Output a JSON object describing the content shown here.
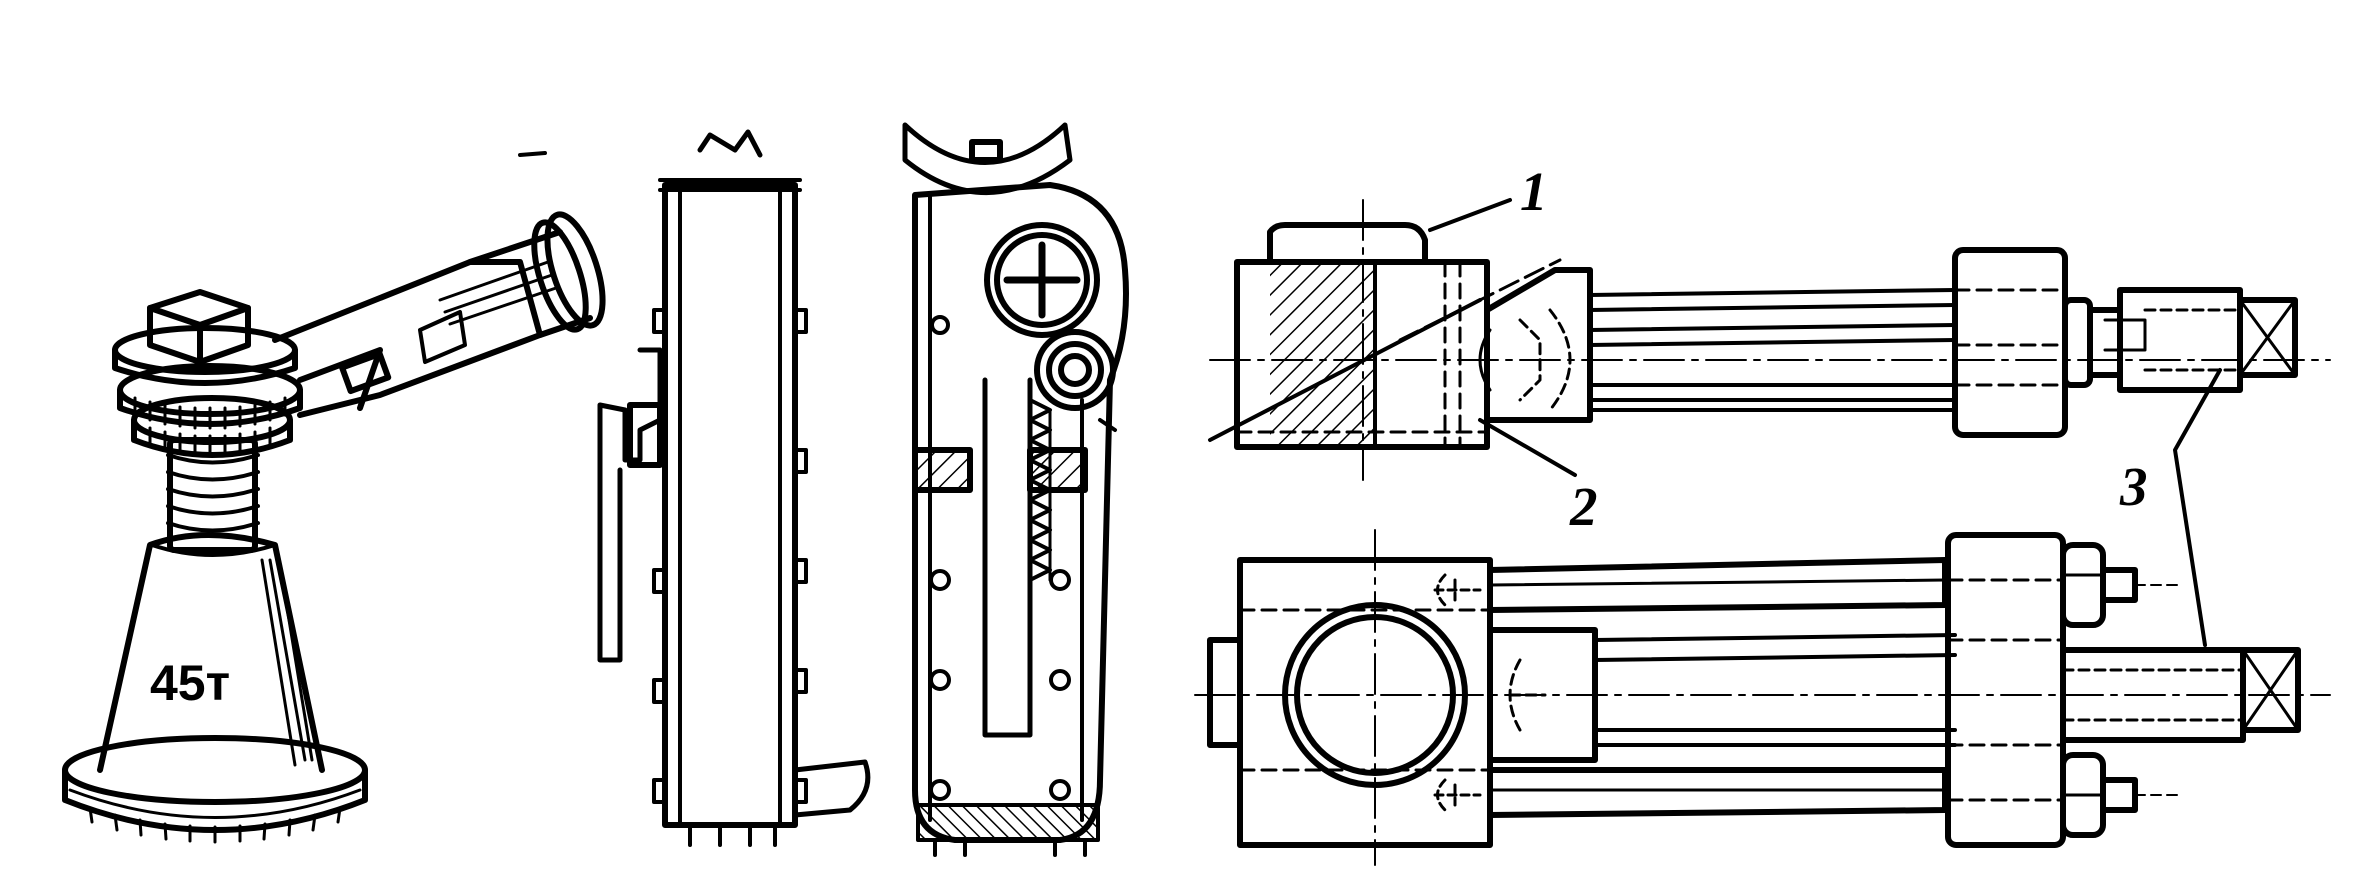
{
  "figure": {
    "jack_marking": "45т",
    "callouts": [
      "1",
      "2",
      "3"
    ]
  },
  "colors": {
    "ink": "#000000",
    "paper": "#ffffff"
  }
}
